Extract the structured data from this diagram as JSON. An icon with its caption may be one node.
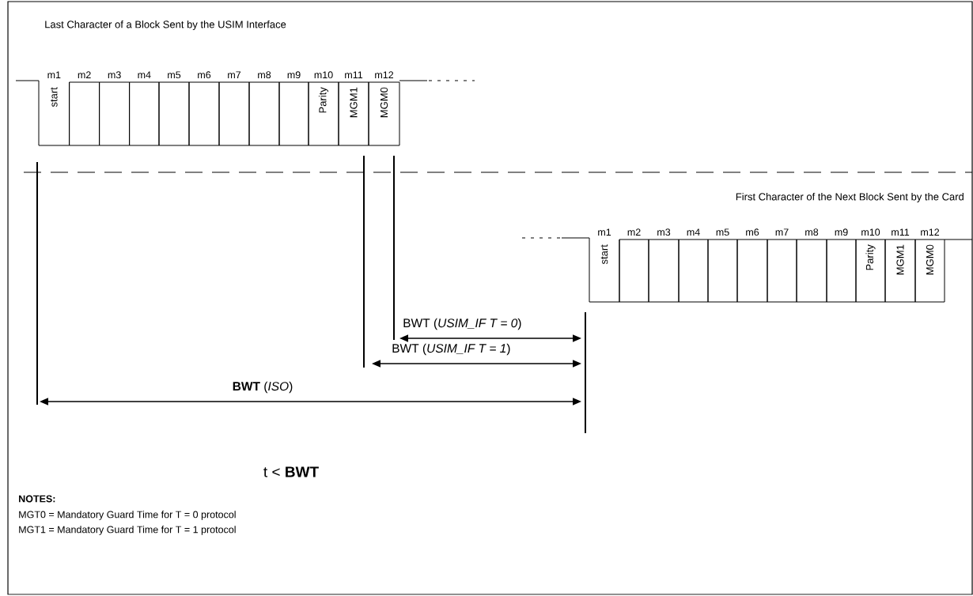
{
  "diagram": {
    "nodes": [
      {
        "text": [
          "m1",
          "start"
        ]
      },
      {
        "text": [
          "m2"
        ]
      },
      {
        "text": [
          "m3"
        ]
      },
      {
        "text": [
          "m4"
        ]
      },
      {
        "text": [
          "m5"
        ]
      },
      {
        "text": [
          "m6"
        ]
      },
      {
        "text": [
          "m7"
        ]
      },
      {
        "text": [
          "m8"
        ]
      },
      {
        "text": [
          "m9"
        ]
      },
      {
        "text": [
          "m10",
          "Parity"
        ]
      },
      {
        "text": [
          "m11",
          "MGM1"
        ]
      },
      {
        "text": [
          "m12",
          "MGM0"
        ]
      },
      {
        "text": [
          "m1",
          "start"
        ]
      },
      {
        "text": [
          "m2"
        ]
      },
      {
        "text": [
          "m3"
        ]
      },
      {
        "text": [
          "m4"
        ]
      },
      {
        "text": [
          "m5"
        ]
      },
      {
        "text": [
          "m6"
        ]
      },
      {
        "text": [
          "m7"
        ]
      },
      {
        "text": [
          "m8"
        ]
      },
      {
        "text": [
          "m9"
        ]
      },
      {
        "text": [
          "m10",
          "Parity"
        ]
      },
      {
        "text": [
          "m11",
          "MGM1"
        ]
      },
      {
        "text": [
          "m12",
          "MGM0"
        ]
      }
    ],
    "labels": [
      "Last Character of a Block Sent by the USIM Interface",
      "First Character of the Next Block Sent by the Card",
      "BWT (*USIM_IF T = 0*)",
      "BWT (*USIM_IF T = 1*)",
      "**BWT** (*ISO*)",
      "t < **BWT**",
      "NOTES:",
      "MGT0  =  Mandatory Guard Time for T = 0 protocol",
      "MGT1  =  Mandatory Guard Time for T = 1 protocol"
    ]
  }
}
